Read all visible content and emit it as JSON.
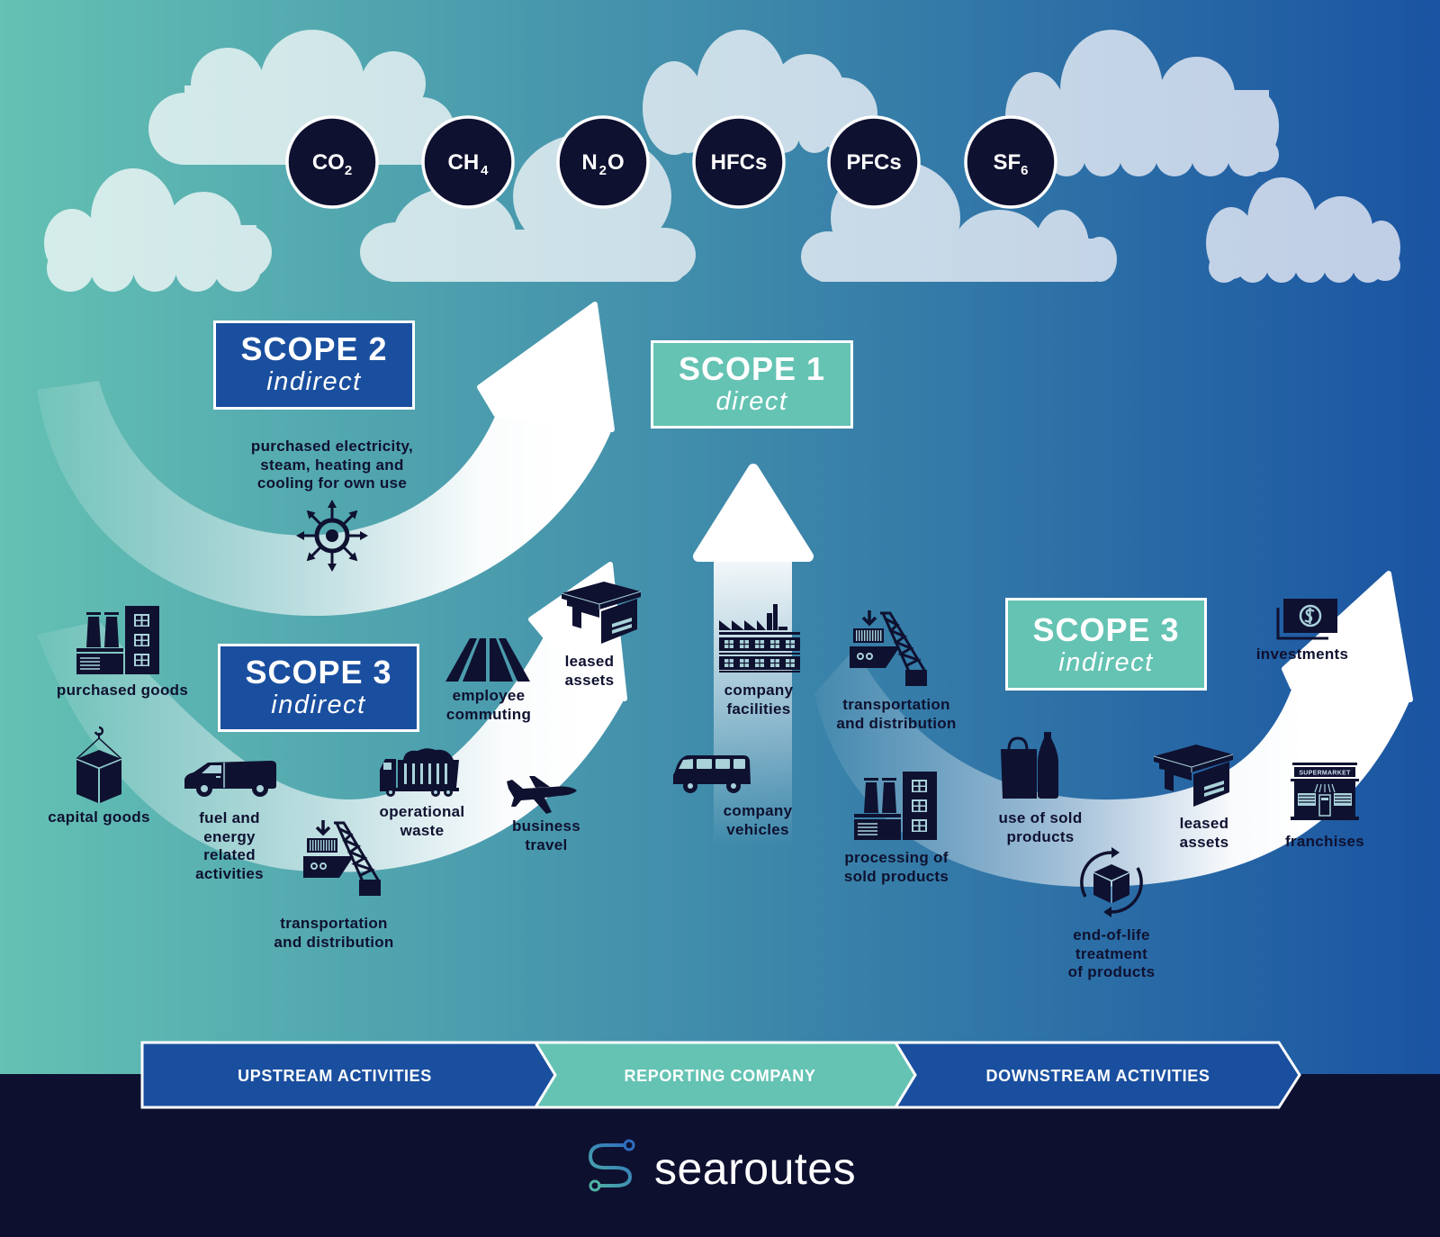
{
  "colors": {
    "upstream_blue": "#1a4f9f",
    "reporting_teal": "#65c3b3",
    "navy": "#0f1130",
    "footer": "#0e1030",
    "background_left": "#64c1b3",
    "background_right": "#1a54a2"
  },
  "gases": [
    {
      "pre": "CO",
      "sub": "2",
      "post": ""
    },
    {
      "pre": "CH",
      "sub": "4",
      "post": ""
    },
    {
      "pre": "N",
      "sub": "2",
      "post": "O"
    },
    {
      "pre": "HFCs",
      "sub": "",
      "post": ""
    },
    {
      "pre": "PFCs",
      "sub": "",
      "post": ""
    },
    {
      "pre": "SF",
      "sub": "6",
      "post": ""
    }
  ],
  "scope2": {
    "title": "SCOPE 2",
    "subtitle": "indirect",
    "description": "purchased electricity,\nsteam, heating and\ncooling for own use",
    "icon": "heat-radiating-icon"
  },
  "scope1": {
    "title": "SCOPE 1",
    "subtitle": "direct",
    "items": [
      {
        "label": "company\nfacilities",
        "icon": "factory-building-icon"
      },
      {
        "label": "company\nvehicles",
        "icon": "minibus-icon"
      }
    ]
  },
  "scope3_upstream": {
    "title": "SCOPE 3",
    "subtitle": "indirect",
    "items": [
      {
        "label": "purchased goods",
        "icon": "factory-icon"
      },
      {
        "label": "capital goods",
        "icon": "crate-hook-icon"
      },
      {
        "label": "fuel and\nenergy\nrelated\nactivities",
        "icon": "van-icon"
      },
      {
        "label": "transportation\nand distribution",
        "icon": "cargo-ship-crane-icon"
      },
      {
        "label": "operational\nwaste",
        "icon": "garbage-truck-icon"
      },
      {
        "label": "employee\ncommuting",
        "icon": "road-icon"
      },
      {
        "label": "leased\nassets",
        "icon": "leased-building-icon"
      },
      {
        "label": "business\ntravel",
        "icon": "airplane-icon"
      }
    ]
  },
  "scope3_downstream": {
    "title": "SCOPE 3",
    "subtitle": "indirect",
    "items": [
      {
        "label": "transportation\nand distribution",
        "icon": "cargo-ship-crane-icon"
      },
      {
        "label": "processing of\nsold products",
        "icon": "factory-icon"
      },
      {
        "label": "use of sold\nproducts",
        "icon": "bag-bottle-icon"
      },
      {
        "label": "end-of-life\ntreatment\nof products",
        "icon": "recycle-cube-icon"
      },
      {
        "label": "leased\nassets",
        "icon": "leased-building-icon"
      },
      {
        "label": "investments",
        "icon": "banknote-dollar-icon"
      },
      {
        "label": "franchises",
        "icon": "supermarket-icon",
        "sign_text": "SUPERMARKET"
      }
    ]
  },
  "value_chain": {
    "upstream": "UPSTREAM ACTIVITIES",
    "reporting": "REPORTING COMPANY",
    "downstream": "DOWNSTREAM ACTIVITIES"
  },
  "brand": {
    "name": "searoutes",
    "icon": "searoutes-logo-icon"
  }
}
